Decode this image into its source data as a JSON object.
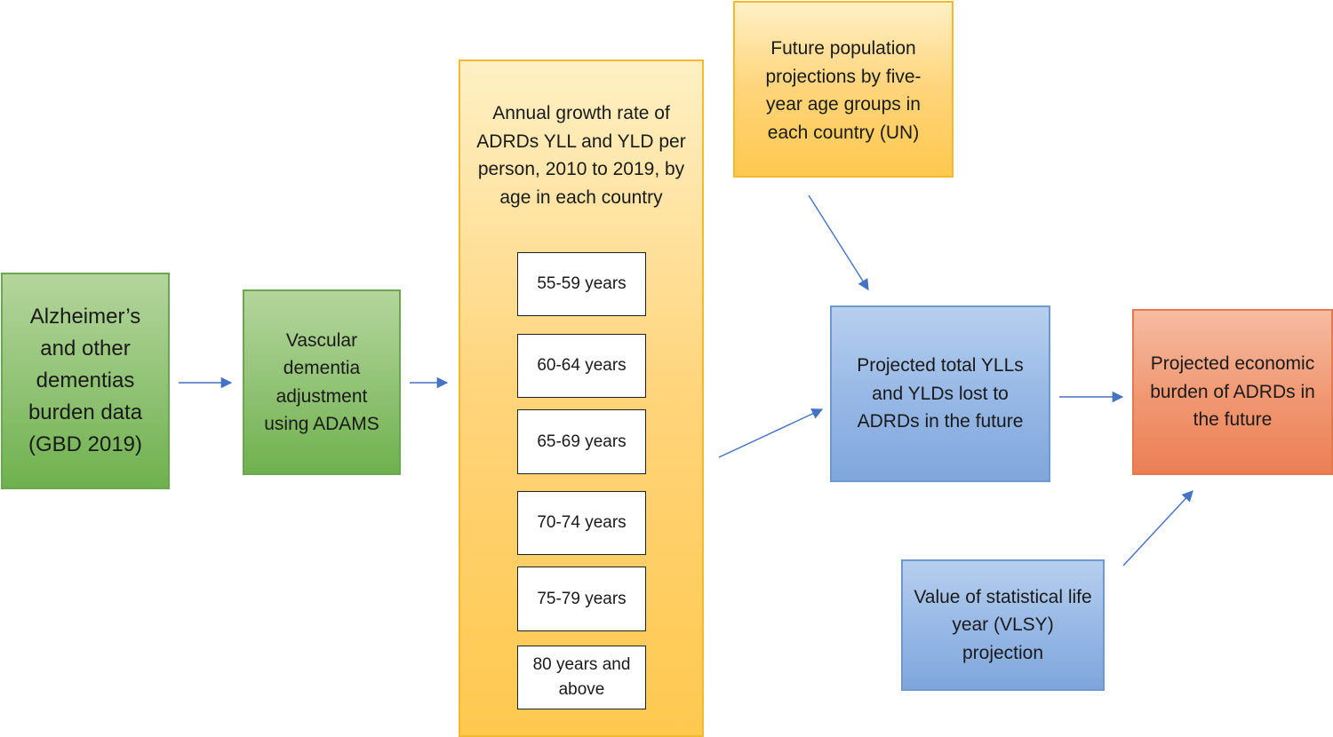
{
  "boxes": {
    "gbd_data": "Alzheimer’s and other dementias burden data (GBD 2019)",
    "vascular_adjustment": "Vascular dementia adjustment using ADAMS",
    "growth_rate": "Annual growth rate of ADRDs YLL and YLD per person, 2010 to 2019, by age in each country",
    "population_projections": "Future population projections by five-year age groups in each country (UN)",
    "projected_yll_yld": "Projected total YLLs and YLDs lost to ADRDs in the future",
    "economic_burden": "Projected economic burden of ADRDs in the future",
    "vlsy": "Value of statistical life year (VLSY) projection"
  },
  "age_groups": [
    "55-59 years",
    "60-64 years",
    "65-69 years",
    "70-74 years",
    "75-79 years",
    "80 years and above"
  ],
  "colors": {
    "green": "#8fc273",
    "orange": "#ffd47a",
    "blue": "#98b9e6",
    "red": "#f19a75",
    "arrow": "#4472c4"
  }
}
